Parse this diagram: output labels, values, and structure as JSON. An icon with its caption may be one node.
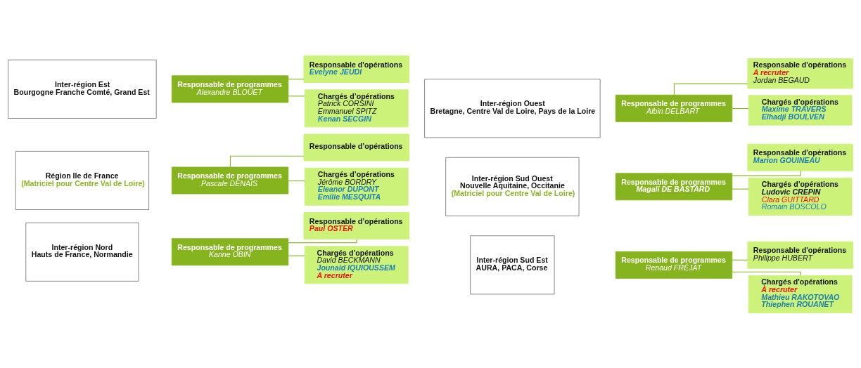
{
  "diagram": {
    "nodes": [
      {
        "text": [
          "Inter-région Nord",
          "Hauts de France, Normandie"
        ]
      },
      {
        "text": [
          "Responsable de programmes",
          "Karine OBIN"
        ]
      },
      {
        "text": [
          "Responsable d’opérations",
          "Paul OSTER"
        ]
      },
      {
        "text": [
          "Chargés d’opérations",
          "David BECKMANN",
          "Jounaid IQUIOUSSEM",
          "A recruter"
        ]
      },
      {
        "text": [
          "Inter-région Sud Est",
          "AURA, PACA, Corse"
        ]
      },
      {
        "text": [
          "Responsable de programmes",
          "Renaud FRÉJAT"
        ]
      },
      {
        "text": [
          "Responsable d'opérations",
          "Philippe HUBERT"
        ]
      },
      {
        "text": [
          "Chargés d'opérations",
          "À recruter",
          "Mathieu RAKOTOVAO",
          "Thiephen ROUANET"
        ]
      },
      {
        "text": [
          "Région Ile de France",
          "(Matriciel pour Centre Val de Loire)"
        ]
      },
      {
        "text": [
          "Responsable de programmes",
          "Pascale DENAIS"
        ]
      },
      {
        "text": [
          "Responsable d’opérations"
        ]
      },
      {
        "text": [
          "Chargés d’opérations",
          "Jérôme BORDRY",
          "Eleanor DUPONT",
          "Emilie MESQUITA"
        ]
      },
      {
        "text": [
          "Inter-région Sud Ouest",
          "Nouvelle Aquitaine, Occitanie",
          "(Matriciel pour Centre Val de Loire)"
        ]
      },
      {
        "text": [
          "Responsable de programmes",
          "Magali DE BASTARD"
        ]
      },
      {
        "text": [
          "Responsable d'opérations",
          "Marion GOUINEAU"
        ]
      },
      {
        "text": [
          "Chargés d’opérations",
          "Ludovic CREPIN",
          "Clara GUITTARD",
          "Romain BOSCOLO"
        ]
      },
      {
        "text": [
          "Inter-région Est",
          "Bourgogne Franche Comté, Grand Est"
        ]
      },
      {
        "text": [
          "Responsable de programmes",
          "Alexandre BLOUET"
        ]
      },
      {
        "text": [
          "Responsable d'opérations",
          "Evelyne JEUDI"
        ]
      },
      {
        "text": [
          "Chargés d’opérations",
          "Patrick CORSINI",
          "Emmanuel SPITZ",
          "Kenan SECGIN"
        ]
      },
      {
        "text": [
          "Inter-région Ouest",
          "Bretagne, Centre Val de Loire, Pays de la Loire"
        ]
      },
      {
        "text": [
          "Responsable de programmes",
          "Albin DELBART"
        ]
      },
      {
        "text": [
          "Responsable d'opérations",
          "A recruter",
          "Jordan BEGAUD"
        ]
      },
      {
        "text": [
          "Chargés d’opérations",
          "Maxime TRAVERS",
          "Elhadji BOULVEN"
        ]
      }
    ],
    "edges": [
      {
        "from": 1,
        "to": 2,
        "arrow": "none"
      },
      {
        "from": 1,
        "to": 3,
        "arrow": "none"
      },
      {
        "from": 5,
        "to": 6,
        "arrow": "none"
      },
      {
        "from": 5,
        "to": 7,
        "arrow": "none"
      },
      {
        "from": 9,
        "to": 10,
        "arrow": "none"
      },
      {
        "from": 9,
        "to": 11,
        "arrow": "none"
      },
      {
        "from": 13,
        "to": 14,
        "arrow": "none"
      },
      {
        "from": 13,
        "to": 15,
        "arrow": "none"
      },
      {
        "from": 17,
        "to": 18,
        "arrow": "none"
      },
      {
        "from": 17,
        "to": 19,
        "arrow": "none"
      },
      {
        "from": 21,
        "to": 22,
        "arrow": "none"
      },
      {
        "from": 21,
        "to": 23,
        "arrow": "none"
      }
    ]
  }
}
